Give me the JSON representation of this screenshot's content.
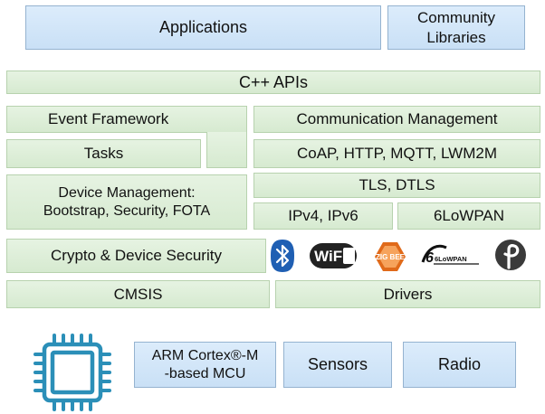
{
  "top": {
    "applications": "Applications",
    "community_libraries": [
      "Community",
      "Libraries"
    ]
  },
  "cpp_apis": "C++ APIs",
  "left": {
    "event_framework": "Event Framework",
    "tasks": "Tasks",
    "device_management": [
      "Device Management:",
      "Bootstrap, Security, FOTA"
    ],
    "crypto": "Crypto & Device Security",
    "cmsis": "CMSIS"
  },
  "right": {
    "communication_management": "Communication Management",
    "protocols": "CoAP, HTTP, MQTT, LWM2M",
    "tls": "TLS, DTLS",
    "ip": "IPv4, IPv6",
    "lowpan": "6LoWPAN",
    "drivers": "Drivers"
  },
  "logos": {
    "bluetooth": "bluetooth-icon",
    "wifi_text": "WiFi",
    "zigbee_text": "ZIG BEE",
    "lowpan_text": "6LoWPAN",
    "thread": "thread-icon"
  },
  "hardware": {
    "mcu": [
      "ARM Cortex®-M",
      "-based MCU"
    ],
    "sensors": "Sensors",
    "radio": "Radio"
  },
  "colors": {
    "blue_fill": "#c9e0f6",
    "green_fill": "#d6ead0",
    "chip": "#2b8fb8",
    "bluetooth": "#1f5fb3",
    "zigbee": "#e06a1a"
  }
}
